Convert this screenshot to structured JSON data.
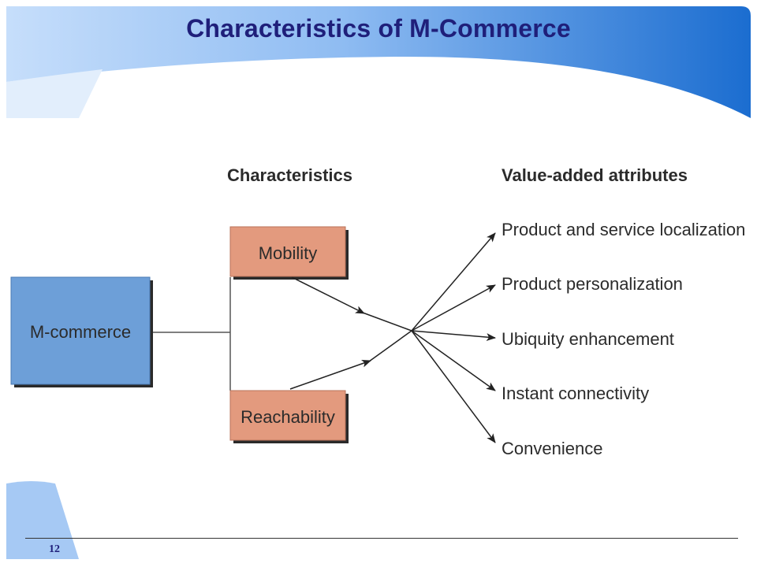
{
  "slide": {
    "title": "Characteristics of M-Commerce",
    "page_number": "12"
  },
  "diagram": {
    "characteristics_header": "Characteristics",
    "attributes_header": "Value-added attributes",
    "root": "M-commerce",
    "characteristics": [
      "Mobility",
      "Reachability"
    ],
    "attributes": [
      "Product and service localization",
      "Product personalization",
      "Ubiquity enhancement",
      "Instant connectivity",
      "Convenience"
    ]
  },
  "colors": {
    "title": "#1f1f7a",
    "root_box_fill": "#6d9fd8",
    "characteristic_box_fill": "#e39a7e",
    "banner_blue": "#1d6fd0",
    "banner_light": "#a9cdf7"
  }
}
